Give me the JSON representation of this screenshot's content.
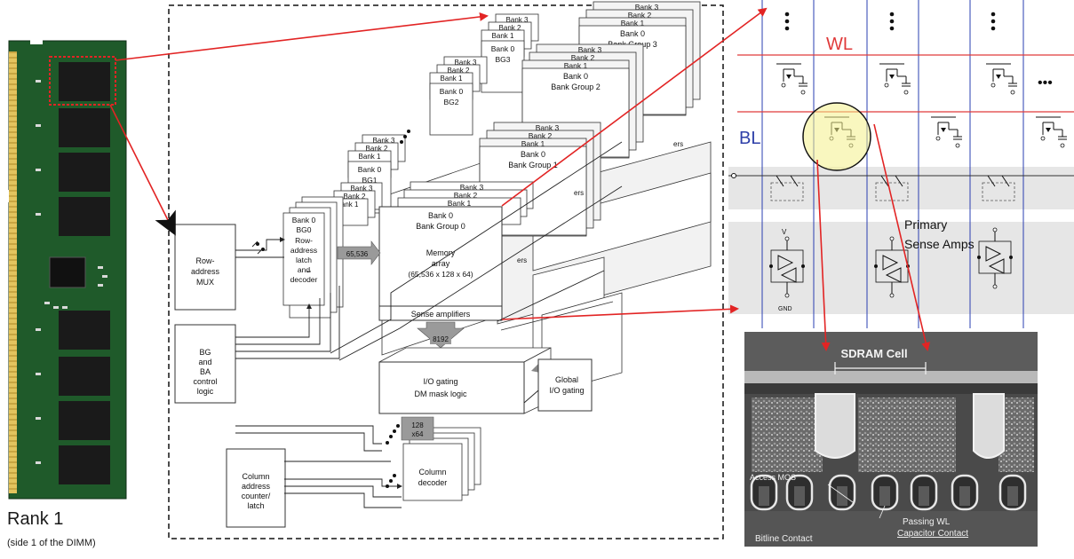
{
  "dimm": {
    "rank_title": "Rank 1",
    "rank_subtitle": "(side 1 of the DIMM)"
  },
  "bank_groups": [
    {
      "banks": [
        "Bank 3",
        "Bank 2",
        "Bank 1"
      ],
      "front_bank": "Bank 0",
      "group_short": "BG3",
      "group_long": "Bank Group 3"
    },
    {
      "banks": [
        "Bank 3",
        "Bank 2",
        "Bank 1"
      ],
      "front_bank": "Bank 0",
      "group_short": "BG2",
      "group_long": "Bank Group 2"
    },
    {
      "banks": [
        "Bank 3",
        "Bank 2",
        "Bank 1"
      ],
      "front_bank": "Bank 0",
      "group_short": "BG1",
      "group_long": "Bank Group 1"
    },
    {
      "banks": [
        "Bank 3",
        "Bank 2",
        "Bank 1"
      ],
      "front_bank": "Bank 0",
      "group_short": "BG0",
      "group_long": "Bank Group 0"
    }
  ],
  "blocks": {
    "row_mux": [
      "Row-",
      "address",
      "MUX"
    ],
    "bg_ba": [
      "BG",
      "and",
      "BA",
      "control",
      "logic"
    ],
    "col_counter": [
      "Column",
      "address",
      "counter/",
      "latch"
    ],
    "row_latch": [
      "Row-",
      "address",
      "latch",
      "and",
      "decoder"
    ],
    "memory_array": [
      "Memory",
      "array",
      "(65,536  x 128 x 64)"
    ],
    "sense_amps": "Sense amplifiers",
    "sense_amps_partial": "ers",
    "io_gating": [
      "I/O gating",
      "DM mask logic"
    ],
    "global_io": [
      "Global",
      "I/O gating"
    ],
    "col_decoder": [
      "Column",
      "decoder"
    ],
    "bus_row": "65,536",
    "bus_sense": "8192",
    "bus_col": [
      "128",
      "x64"
    ]
  },
  "circuit": {
    "wl_label": "WL",
    "bl_label": "BL",
    "primary": "Primary",
    "sense_amps": "Sense Amps",
    "vdd": "V",
    "gnd": "GND",
    "dots": "•••"
  },
  "sem": {
    "cell_label": "SDRAM Cell",
    "access_mos": "Access MOS",
    "passing_wl": "Passing WL",
    "bitline_contact": "Bitline Contact",
    "capacitor_contact": "Capacitor Contact"
  },
  "colors": {
    "pcb": "#1f5a2a",
    "pcb_dark": "#153f1d",
    "gold": "#c8a642",
    "chip": "#1a1a1a",
    "arrow": "#e22424",
    "wl_line": "#e03a3a",
    "bl_line": "#2a3fb0",
    "bl_text": "#2e3fa8",
    "highlight": "#f4f08a",
    "sem_bg": "#4a4a4a"
  }
}
